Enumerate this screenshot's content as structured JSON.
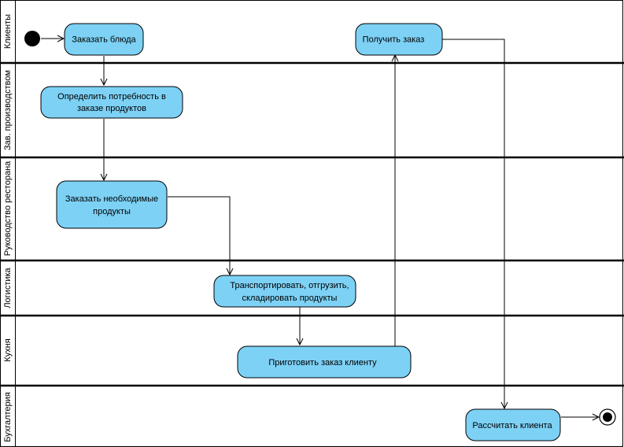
{
  "diagram": {
    "type": "uml-activity-swimlane",
    "colors": {
      "activity_fill": "#7dd1f5",
      "activity_stroke": "#000000",
      "lane_border": "#000000",
      "background": "#ffffff"
    },
    "lanes": [
      {
        "id": "lane-clients",
        "label": "Клиенты"
      },
      {
        "id": "lane-production",
        "label": "Зав. производством"
      },
      {
        "id": "lane-management",
        "label": "Руководство ресторана"
      },
      {
        "id": "lane-logistics",
        "label": "Логистика"
      },
      {
        "id": "lane-kitchen",
        "label": "Кухня"
      },
      {
        "id": "lane-accounting",
        "label": "Бухгалтерия"
      }
    ],
    "activities": [
      {
        "id": "order-dishes",
        "lines": [
          "Заказать блюда"
        ]
      },
      {
        "id": "determine-needs",
        "lines": [
          "Определить потребность в",
          "заказе продуктов"
        ]
      },
      {
        "id": "order-products",
        "lines": [
          "Заказать необходимые",
          "продукты"
        ]
      },
      {
        "id": "transport-products",
        "lines": [
          "Транспортировать, отгрузить,",
          "складировать продукты"
        ]
      },
      {
        "id": "cook-order",
        "lines": [
          "Приготовить заказ клиенту"
        ]
      },
      {
        "id": "receive-order",
        "lines": [
          "Получить заказ"
        ]
      },
      {
        "id": "settle-client",
        "lines": [
          "Рассчитать клиента"
        ]
      }
    ],
    "flows": [
      {
        "from": "start",
        "to": "order-dishes"
      },
      {
        "from": "order-dishes",
        "to": "determine-needs"
      },
      {
        "from": "determine-needs",
        "to": "order-products"
      },
      {
        "from": "order-products",
        "to": "transport-products"
      },
      {
        "from": "transport-products",
        "to": "cook-order"
      },
      {
        "from": "cook-order",
        "to": "receive-order"
      },
      {
        "from": "receive-order",
        "to": "settle-client"
      },
      {
        "from": "settle-client",
        "to": "end"
      }
    ]
  }
}
